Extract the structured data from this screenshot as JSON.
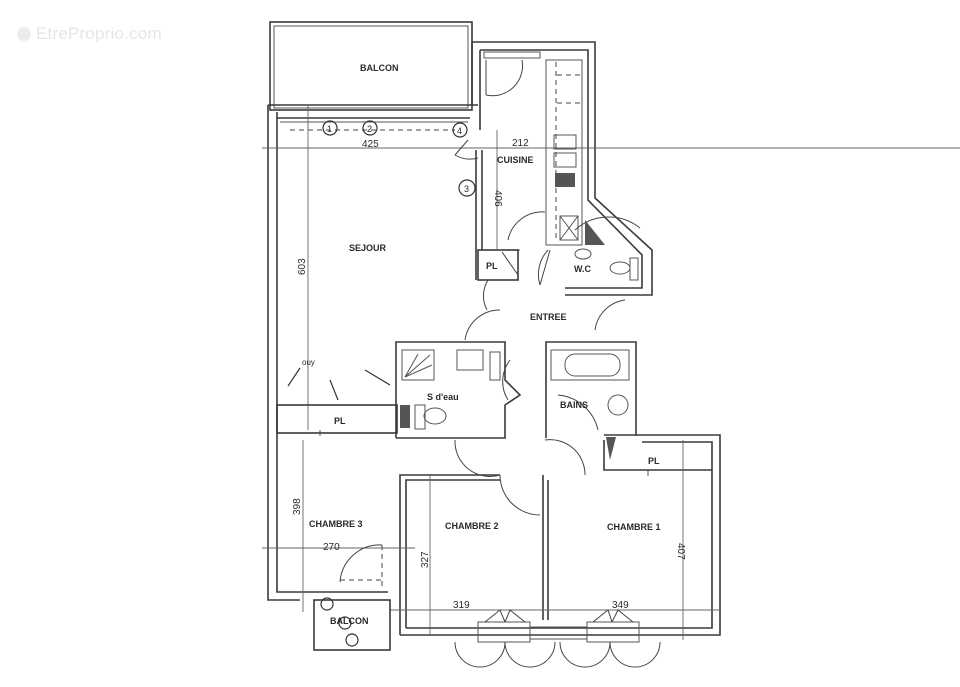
{
  "watermark": {
    "text": "EtreProprio.com",
    "icon": "logo-icon"
  },
  "floor_plan": {
    "rooms": {
      "balcon_top": "BALCON",
      "cuisine": "CUISINE",
      "sejour": "SEJOUR",
      "pl_entree": "PL",
      "wc": "W.C",
      "entree": "ENTREE",
      "s_eau": "S d'eau",
      "pl_sejour": "PL",
      "bains": "BAINS",
      "pl_chambre1": "PL",
      "chambre3": "CHAMBRE 3",
      "chambre2": "CHAMBRE 2",
      "chambre1": "CHAMBRE 1",
      "balcon_bottom": "BALCON"
    },
    "dimensions": {
      "sejour_width": "425",
      "sejour_height": "603",
      "cuisine_width": "212",
      "cuisine_height": "406",
      "chambre3_height": "398",
      "chambre3_width": "270",
      "chambre2_height": "327",
      "chambre2_width": "319",
      "chambre1_width": "349",
      "chambre1_height": "407"
    },
    "annotations": {
      "mark1": "1",
      "mark2": "2",
      "mark3": "3",
      "mark4": "4",
      "handwritten": "ouy"
    }
  }
}
